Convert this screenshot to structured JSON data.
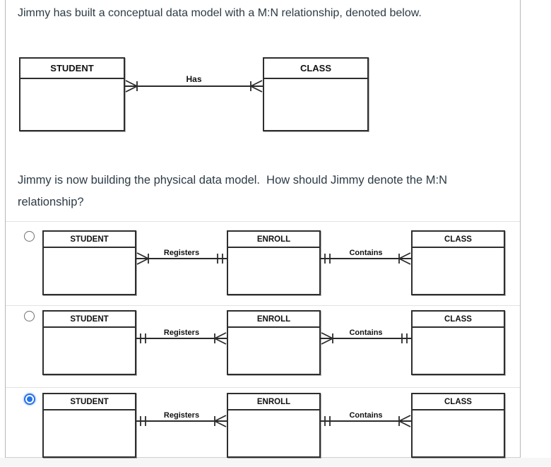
{
  "intro": "Jimmy has built a conceptual data model with a M:N relationship, denoted below.",
  "prompt": "Jimmy is now building the physical data model.  How should Jimmy denote the M:N relationship?",
  "conceptual": {
    "left_entity": "STUDENT",
    "right_entity": "CLASS",
    "relationship": "Has",
    "cardinality": {
      "left_end": "many",
      "right_end": "many"
    }
  },
  "options": [
    {
      "selected": false,
      "entities": {
        "left": "STUDENT",
        "middle": "ENROLL",
        "right": "CLASS"
      },
      "connectors": [
        {
          "label": "Registers",
          "left_end": "many",
          "right_end": "one"
        },
        {
          "label": "Contains",
          "left_end": "one",
          "right_end": "many"
        }
      ]
    },
    {
      "selected": false,
      "entities": {
        "left": "STUDENT",
        "middle": "ENROLL",
        "right": "CLASS"
      },
      "connectors": [
        {
          "label": "Registers",
          "left_end": "one",
          "right_end": "many"
        },
        {
          "label": "Contains",
          "left_end": "many",
          "right_end": "one"
        }
      ]
    },
    {
      "selected": true,
      "entities": {
        "left": "STUDENT",
        "middle": "ENROLL",
        "right": "CLASS"
      },
      "connectors": [
        {
          "label": "Registers",
          "left_end": "one",
          "right_end": "many"
        },
        {
          "label": "Contains",
          "left_end": "one",
          "right_end": "many"
        }
      ]
    }
  ],
  "colors": {
    "selected_radio_blue": "#2573e6",
    "text": "#2d3b45",
    "diagram_line": "#2b2b2b"
  }
}
